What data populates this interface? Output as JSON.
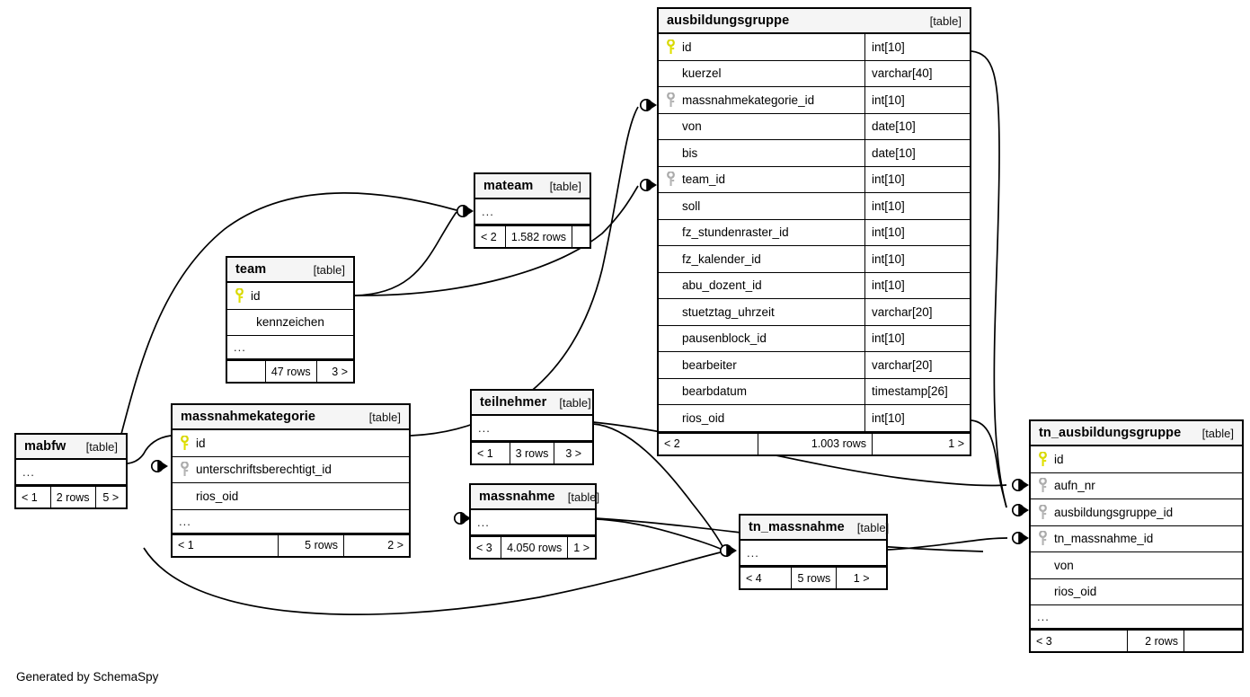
{
  "meta": {
    "credit": "Generated by SchemaSpy",
    "table_tag": "[table]",
    "ellipsis": "...",
    "colors": {
      "primary_key": "#e8e800",
      "foreign_key": "#b0b0b0",
      "header_bg": "#f5f5f5",
      "border": "#000000",
      "background": "#ffffff"
    }
  },
  "tables": [
    {
      "id": "ausbildungsgruppe",
      "name": "ausbildungsgruppe",
      "columns": [
        {
          "key": "pk",
          "name": "id",
          "type": "int[10]"
        },
        {
          "key": "none",
          "name": "kuerzel",
          "type": "varchar[40]"
        },
        {
          "key": "fk",
          "name": "massnahmekategorie_id",
          "type": "int[10]"
        },
        {
          "key": "none",
          "name": "von",
          "type": "date[10]"
        },
        {
          "key": "none",
          "name": "bis",
          "type": "date[10]"
        },
        {
          "key": "fk",
          "name": "team_id",
          "type": "int[10]"
        },
        {
          "key": "none",
          "name": "soll",
          "type": "int[10]"
        },
        {
          "key": "none",
          "name": "fz_stundenraster_id",
          "type": "int[10]"
        },
        {
          "key": "none",
          "name": "fz_kalender_id",
          "type": "int[10]"
        },
        {
          "key": "none",
          "name": "abu_dozent_id",
          "type": "int[10]"
        },
        {
          "key": "none",
          "name": "stuetztag_uhrzeit",
          "type": "varchar[20]"
        },
        {
          "key": "none",
          "name": "pausenblock_id",
          "type": "int[10]"
        },
        {
          "key": "none",
          "name": "bearbeiter",
          "type": "varchar[20]"
        },
        {
          "key": "none",
          "name": "bearbdatum",
          "type": "timestamp[26]"
        },
        {
          "key": "none",
          "name": "rios_oid",
          "type": "int[10]"
        }
      ],
      "has_ellipsis": false,
      "footer": {
        "left": "< 2",
        "mid": "1.003 rows",
        "right": "1 >"
      }
    },
    {
      "id": "tn_ausbildungsgruppe",
      "name": "tn_ausbildungsgruppe",
      "columns": [
        {
          "key": "pk",
          "name": "id",
          "type": ""
        },
        {
          "key": "fk",
          "name": "aufn_nr",
          "type": ""
        },
        {
          "key": "fk",
          "name": "ausbildungsgruppe_id",
          "type": ""
        },
        {
          "key": "fk",
          "name": "tn_massnahme_id",
          "type": ""
        },
        {
          "key": "none",
          "name": "von",
          "type": ""
        },
        {
          "key": "none",
          "name": "rios_oid",
          "type": ""
        }
      ],
      "has_ellipsis": true,
      "footer": {
        "left": "< 3",
        "mid": "2 rows",
        "right": ""
      }
    },
    {
      "id": "massnahmekategorie",
      "name": "massnahmekategorie",
      "columns": [
        {
          "key": "pk",
          "name": "id",
          "type": ""
        },
        {
          "key": "fk",
          "name": "unterschriftsberechtigt_id",
          "type": ""
        },
        {
          "key": "none",
          "name": "rios_oid",
          "type": ""
        }
      ],
      "has_ellipsis": true,
      "footer": {
        "left": "< 1",
        "mid": "5 rows",
        "right": "2 >"
      }
    },
    {
      "id": "team",
      "name": "team",
      "columns": [
        {
          "key": "pk",
          "name": "id",
          "type": ""
        },
        {
          "key": "none",
          "name": "kennzeichen",
          "type": ""
        }
      ],
      "has_ellipsis": true,
      "footer": {
        "left": "",
        "mid": "47 rows",
        "right": "3 >"
      }
    },
    {
      "id": "mateam",
      "name": "mateam",
      "columns": [],
      "has_ellipsis": true,
      "footer": {
        "left": "< 2",
        "mid": "1.582 rows",
        "right": ""
      }
    },
    {
      "id": "teilnehmer",
      "name": "teilnehmer",
      "columns": [],
      "has_ellipsis": true,
      "footer": {
        "left": "< 1",
        "mid": "3 rows",
        "right": "3 >"
      }
    },
    {
      "id": "massnahme",
      "name": "massnahme",
      "columns": [],
      "has_ellipsis": true,
      "footer": {
        "left": "< 3",
        "mid": "4.050 rows",
        "right": "1 >"
      }
    },
    {
      "id": "tn_massnahme",
      "name": "tn_massnahme",
      "columns": [],
      "has_ellipsis": true,
      "footer": {
        "left": "< 4",
        "mid": "5 rows",
        "right": "1 >"
      }
    },
    {
      "id": "mabfw",
      "name": "mabfw",
      "columns": [],
      "has_ellipsis": true,
      "footer": {
        "left": "< 1",
        "mid": "2 rows",
        "right": "5 >"
      }
    }
  ]
}
